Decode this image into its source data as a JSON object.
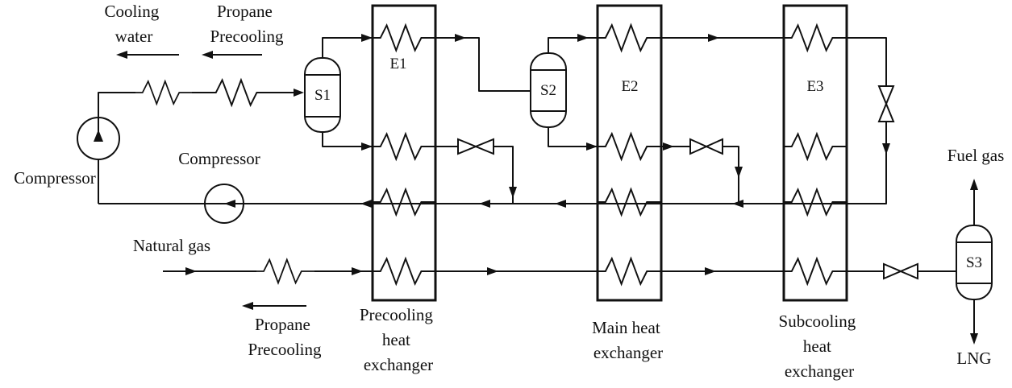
{
  "labels": {
    "cooling_water": [
      "Cooling",
      "water"
    ],
    "propane_precooling_top": [
      "Propane",
      "Precooling"
    ],
    "propane_precooling_bottom": [
      "Propane",
      "Precooling"
    ],
    "compressor_left": "Compressor",
    "compressor_center": "Compressor",
    "natural_gas": "Natural gas",
    "fuel_gas": "Fuel gas",
    "lng": "LNG"
  },
  "separators": {
    "s1": "S1",
    "s2": "S2",
    "s3": "S3"
  },
  "exchangers": {
    "e1": {
      "tag": "E1",
      "caption": [
        "Precooling",
        "heat",
        "exchanger"
      ]
    },
    "e2": {
      "tag": "E2",
      "caption": [
        "Main heat",
        "exchanger"
      ]
    },
    "e3": {
      "tag": "E3",
      "caption": [
        "Subcooling",
        "heat",
        "exchanger"
      ]
    }
  }
}
